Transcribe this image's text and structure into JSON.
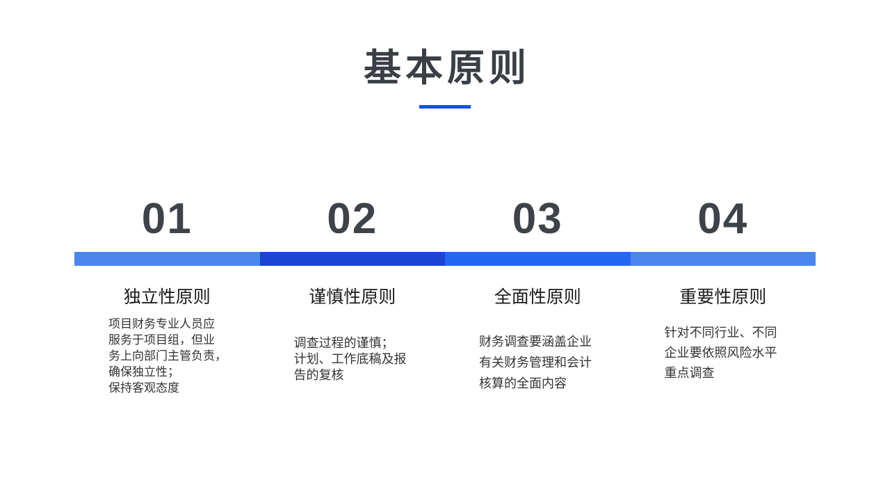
{
  "slide": {
    "title": "基本原则",
    "accent_color": "#1450e8"
  },
  "principles": [
    {
      "number": "01",
      "bar_color": "#4a86ee",
      "heading": "独立性原则",
      "body_lines": [
        "项目财务专业人员应",
        "服务于项目组，但业",
        "务上向部门主管负责，",
        "确保独立性；",
        "保持客观态度"
      ]
    },
    {
      "number": "02",
      "bar_color": "#1c43d2",
      "heading": "谨慎性原则",
      "body_lines": [
        "调查过程的谨慎；",
        "计划、工作底稿及报",
        "告的复核"
      ]
    },
    {
      "number": "03",
      "bar_color": "#2468f2",
      "heading": "全面性原则",
      "body_lines": [
        "财务调查要涵盖企业",
        "有关财务管理和会计",
        "核算的全面内容"
      ]
    },
    {
      "number": "04",
      "bar_color": "#4a86ee",
      "heading": "重要性原则",
      "body_lines": [
        "针对不同行业、不同",
        "企业要依照风险水平",
        "重点调查"
      ]
    }
  ]
}
